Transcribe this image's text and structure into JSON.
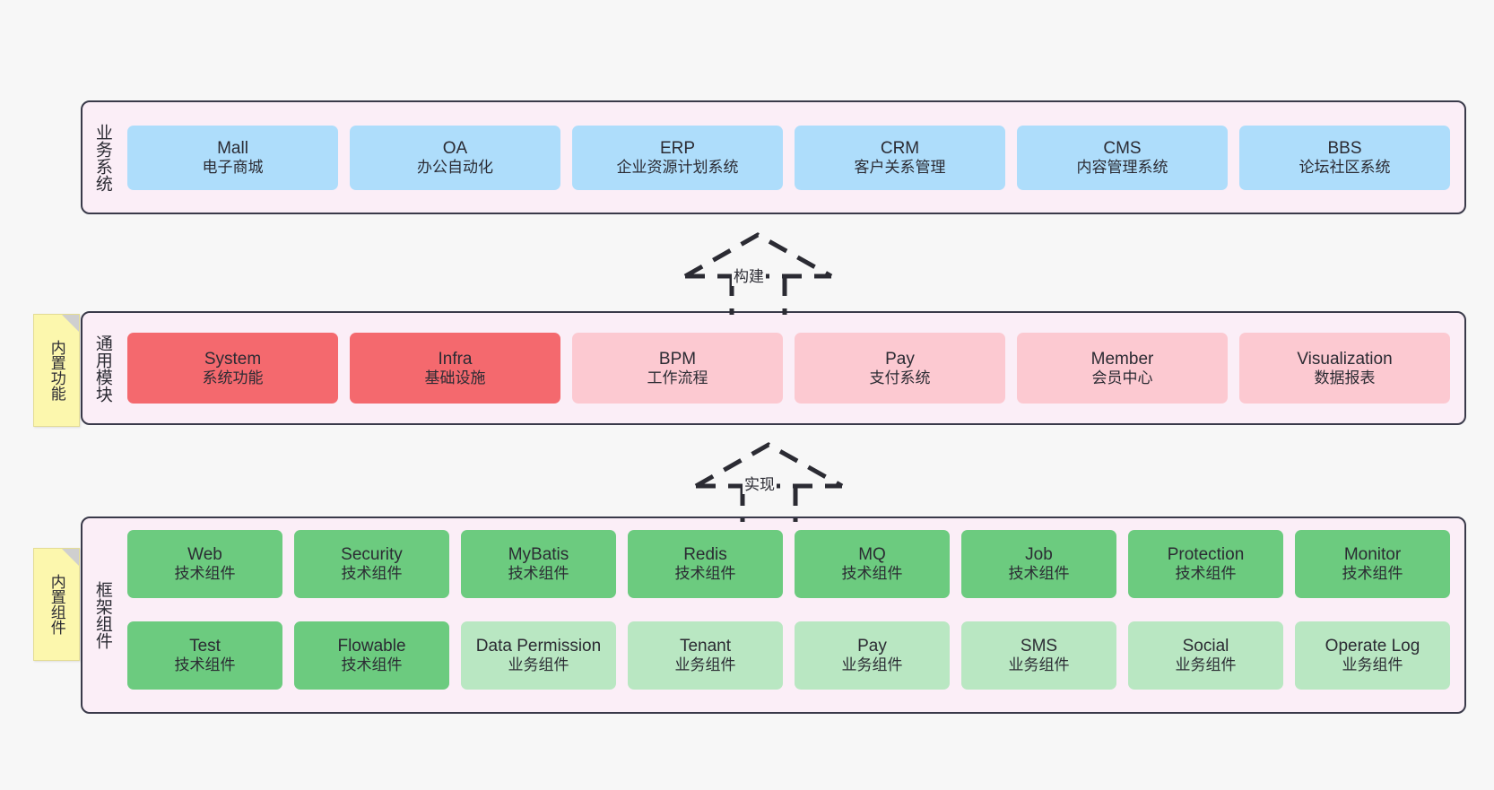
{
  "diagram": {
    "background_color": "#f7f7f7",
    "layer_fill_color": "#fbeef7",
    "layer_border_color": "#3a3a4a",
    "sticky_color": "#fcf7ad"
  },
  "layers": [
    {
      "id": "business",
      "title": "业务系统",
      "cards": [
        {
          "title": "Mall",
          "subtitle": "电子商城",
          "color": "#aeddfb",
          "style": "c-blue"
        },
        {
          "title": "OA",
          "subtitle": "办公自动化",
          "color": "#aeddfb",
          "style": "c-blue"
        },
        {
          "title": "ERP",
          "subtitle": "企业资源计划系统",
          "color": "#aeddfb",
          "style": "c-blue"
        },
        {
          "title": "CRM",
          "subtitle": "客户关系管理",
          "color": "#aeddfb",
          "style": "c-blue"
        },
        {
          "title": "CMS",
          "subtitle": "内容管理系统",
          "color": "#aeddfb",
          "style": "c-blue"
        },
        {
          "title": "BBS",
          "subtitle": "论坛社区系统",
          "color": "#aeddfb",
          "style": "c-blue"
        }
      ]
    },
    {
      "id": "common",
      "title": "通用模块",
      "sticky": "内置功能",
      "cards": [
        {
          "title": "System",
          "subtitle": "系统功能",
          "color": "#f4696e",
          "style": "c-red"
        },
        {
          "title": "Infra",
          "subtitle": "基础设施",
          "color": "#f4696e",
          "style": "c-red"
        },
        {
          "title": "BPM",
          "subtitle": "工作流程",
          "color": "#fcc9d1",
          "style": "c-pink"
        },
        {
          "title": "Pay",
          "subtitle": "支付系统",
          "color": "#fcc9d1",
          "style": "c-pink"
        },
        {
          "title": "Member",
          "subtitle": "会员中心",
          "color": "#fcc9d1",
          "style": "c-pink"
        },
        {
          "title": "Visualization",
          "subtitle": "数据报表",
          "color": "#fcc9d1",
          "style": "c-pink"
        }
      ]
    },
    {
      "id": "framework",
      "title": "框架组件",
      "sticky": "内置组件",
      "rows": [
        [
          {
            "title": "Web",
            "subtitle": "技术组件",
            "color": "#6ccb7f",
            "style": "c-green"
          },
          {
            "title": "Security",
            "subtitle": "技术组件",
            "color": "#6ccb7f",
            "style": "c-green"
          },
          {
            "title": "MyBatis",
            "subtitle": "技术组件",
            "color": "#6ccb7f",
            "style": "c-green"
          },
          {
            "title": "Redis",
            "subtitle": "技术组件",
            "color": "#6ccb7f",
            "style": "c-green"
          },
          {
            "title": "MQ",
            "subtitle": "技术组件",
            "color": "#6ccb7f",
            "style": "c-green"
          },
          {
            "title": "Job",
            "subtitle": "技术组件",
            "color": "#6ccb7f",
            "style": "c-green"
          },
          {
            "title": "Protection",
            "subtitle": "技术组件",
            "color": "#6ccb7f",
            "style": "c-green"
          },
          {
            "title": "Monitor",
            "subtitle": "技术组件",
            "color": "#6ccb7f",
            "style": "c-green"
          }
        ],
        [
          {
            "title": "Test",
            "subtitle": "技术组件",
            "color": "#6ccb7f",
            "style": "c-green"
          },
          {
            "title": "Flowable",
            "subtitle": "技术组件",
            "color": "#6ccb7f",
            "style": "c-green"
          },
          {
            "title": "Data Permission",
            "subtitle": "业务组件",
            "color": "#b9e7c2",
            "style": "c-lightgreen"
          },
          {
            "title": "Tenant",
            "subtitle": "业务组件",
            "color": "#b9e7c2",
            "style": "c-lightgreen"
          },
          {
            "title": "Pay",
            "subtitle": "业务组件",
            "color": "#b9e7c2",
            "style": "c-lightgreen"
          },
          {
            "title": "SMS",
            "subtitle": "业务组件",
            "color": "#b9e7c2",
            "style": "c-lightgreen"
          },
          {
            "title": "Social",
            "subtitle": "业务组件",
            "color": "#b9e7c2",
            "style": "c-lightgreen"
          },
          {
            "title": "Operate Log",
            "subtitle": "业务组件",
            "color": "#b9e7c2",
            "style": "c-lightgreen"
          }
        ]
      ]
    }
  ],
  "connectors": [
    {
      "id": "build",
      "label": "构建",
      "direction": "up",
      "style": "dashed-hollow-arrow"
    },
    {
      "id": "realize",
      "label": "实现",
      "direction": "up",
      "style": "dashed-hollow-arrow"
    }
  ]
}
